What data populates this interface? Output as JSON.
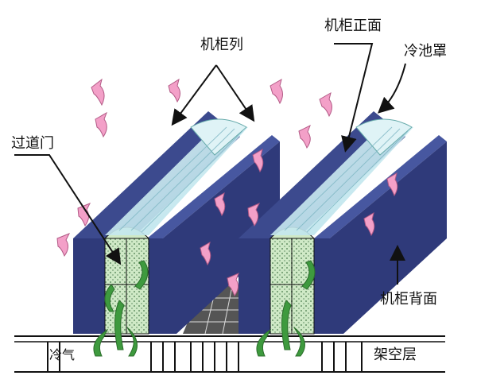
{
  "labels": {
    "cabinet_row": "机柜列",
    "cabinet_front": "机柜正面",
    "cold_pool_cover": "冷池罩",
    "aisle_door": "过道门",
    "cabinet_back": "机柜背面",
    "cold_air": "冷气",
    "raised_floor": "架空层"
  },
  "colors": {
    "cabinet_face": "#2f3a7a",
    "cabinet_top": "#3c4a8e",
    "cold_cover": "#bfe6ee",
    "door_green": "#cfe9c6",
    "hot_air_arrow": "#f3a0c8",
    "cold_air_arrow": "#3e9a3e",
    "floor_line": "#111111"
  },
  "icons": {
    "hot_air": "pink-curved-arrow",
    "cold_air": "green-curved-arrow",
    "pointer": "black-leader-arrow"
  }
}
